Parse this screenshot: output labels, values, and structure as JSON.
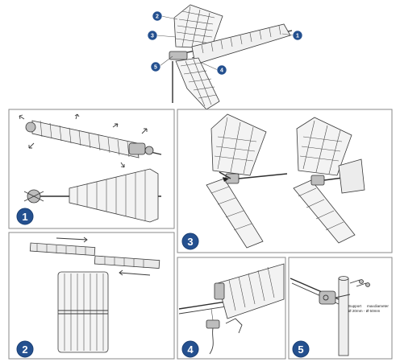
{
  "callouts": [
    "1",
    "2",
    "3",
    "4",
    "5"
  ],
  "steps": [
    {
      "number": "1"
    },
    {
      "number": "2"
    },
    {
      "number": "3"
    },
    {
      "number": "4"
    },
    {
      "number": "5"
    }
  ],
  "support_label": {
    "line1_a": "Support",
    "line1_b": "max",
    "line1_c": "diameter",
    "line2": "Ø 20mm - Ø 50mm"
  },
  "colors": {
    "badge": "#24508f",
    "line": "#3a3a3a",
    "panel_border": "#8a8a8a"
  }
}
